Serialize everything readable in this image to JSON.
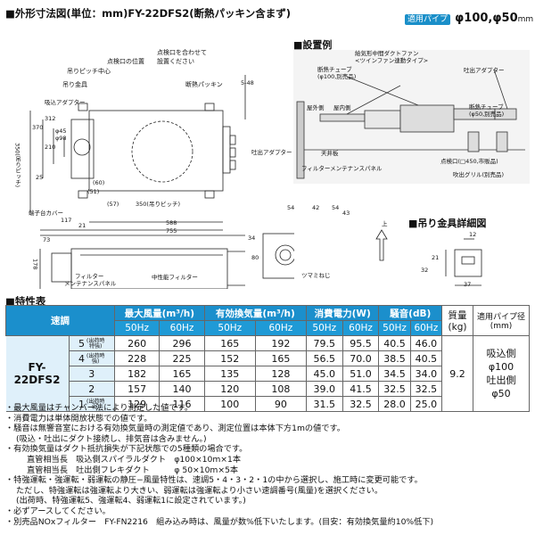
{
  "header": {
    "title": "■外形寸法図(単位：mm)FY-22DFS2(断熱パッキン含まず)",
    "pipe_badge": "適用パイプ",
    "pipe_sizes": "φ100,φ50",
    "pipe_unit": "mm"
  },
  "dims": {
    "tsuri_center": "吊りピッチ中心",
    "tenken": "点検口の位置",
    "tenken2": "点検口を合わせて",
    "tenken3": "設置ください",
    "tsuri_kanagu": "吊り金具",
    "dannetsu": "断熱パッキン",
    "kyuki_adapter": "吸込アダプター",
    "haiki_adapter": "吐出アダプター",
    "ana1": "φ98",
    "ana2": "φ45",
    "d_5_48": "5-48",
    "d_350_pitch_v": "350(吊りピッチ)",
    "d_370": "370",
    "d_312": "312",
    "d_210": "210",
    "d_25": "25",
    "d_60": "(60)",
    "d_51": "(51)",
    "d_57": "(57)",
    "d_350_pitch_h": "350(吊りピッチ)",
    "d_117": "117",
    "d_21": "21",
    "d_588": "588",
    "d_755": "755",
    "d_34": "34",
    "d_178": "178",
    "d_73": "73",
    "d_80": "80",
    "d_54a": "54",
    "d_54b": "54",
    "d_42": "42",
    "d_43": "43",
    "tanshi": "端子台カバー",
    "filter": "フィルター",
    "filter_panel": "メンテナンスパネル",
    "chusei": "中性能フィルター",
    "tsumami": "ツマミねじ",
    "up": "上"
  },
  "install": {
    "title": "■設置例",
    "fan": "給気形中間ダクトファン",
    "fan2": "<ツインファン連動タイプ>",
    "tube": "断熱チューブ",
    "tube2": "(φ100,別売品)",
    "adapter": "吐出アダプター",
    "tube3": "断熱チューブ",
    "tube4": "(φ50,別売品)",
    "outdoor": "屋外側",
    "indoor": "屋内側",
    "ceiling": "天井板",
    "panel": "フィルターメンテナンスパネル",
    "inspect": "点検口(□450,市販品)",
    "grille": "吹出グリル(別売品)"
  },
  "hanger": {
    "title": "■吊り金具詳細図",
    "d_12": "12",
    "d_21": "21",
    "d_32": "32",
    "d_37": "37"
  },
  "spec": {
    "title": "■特性表",
    "head_speed": "速調",
    "head_flow": "最大風量(m³/h)",
    "head_eff": "有効換気量(m³/h)",
    "head_power": "消費電力(W)",
    "head_noise": "騒音(dB)",
    "head_mass": "質量",
    "head_mass_unit": "(kg)",
    "head_pipe": "適用パイプ径",
    "head_pipe_unit": "(mm)",
    "hz50": "50Hz",
    "hz60": "60Hz",
    "model": "FY-22DFS2",
    "mass": "9.2",
    "pipe1": "吸込側",
    "pipe2": "φ100",
    "pipe3": "吐出側",
    "pipe4": "φ50",
    "rows": [
      {
        "speed": "5",
        "note": "(出荷時\n特強)",
        "v": [
          "260",
          "296",
          "165",
          "192",
          "79.5",
          "95.5",
          "40.5",
          "46.0"
        ]
      },
      {
        "speed": "4",
        "note": "(出荷時\n強)",
        "v": [
          "228",
          "225",
          "152",
          "165",
          "56.5",
          "70.0",
          "38.5",
          "40.5"
        ]
      },
      {
        "speed": "3",
        "note": "",
        "v": [
          "182",
          "165",
          "135",
          "128",
          "45.0",
          "51.0",
          "34.5",
          "34.0"
        ]
      },
      {
        "speed": "2",
        "note": "",
        "v": [
          "157",
          "140",
          "120",
          "108",
          "39.0",
          "41.5",
          "32.5",
          "32.5"
        ]
      },
      {
        "speed": "1",
        "note": "(出荷時\n弱)",
        "v": [
          "129",
          "116",
          "100",
          "90",
          "31.5",
          "32.5",
          "28.0",
          "25.0"
        ]
      }
    ]
  },
  "notes": [
    "・最大風量はチャンバー法により測定した値です。",
    "・消費電力は単体開放状態での値です。",
    "・騒音は無響音室における有効換気量時の測定値であり、測定位置は本体下方1mの値です。",
    "(吸込・吐出にダクト接続し、排気音は含みません。)",
    "・有効換気量はダクト抵抗損失が下記状態での5種類の場合です。",
    "直管相当長　吸込側スパイラルダクト　φ100×10m×1本",
    "直管相当長　吐出側フレキダクト　　　φ 50×10m×5本",
    "・特強運転・強運転・弱運転の静圧−風量特性は、速調5・4・3・2・1の中から選択し、施工時に変更可能です。",
    "ただし、特強運転は強運転より大きい、弱運転は強運転より小さい速調番号(風量)を選択ください。",
    "(出荷時、特強運転5、強運転4、弱運転1に設定されています。)",
    "・必ずアースしてください。",
    "・別売品NOxフィルター　FY-FN2216　組み込み時は、風量が数%低下いたします。(目安：有効換気量約10%低下)"
  ]
}
